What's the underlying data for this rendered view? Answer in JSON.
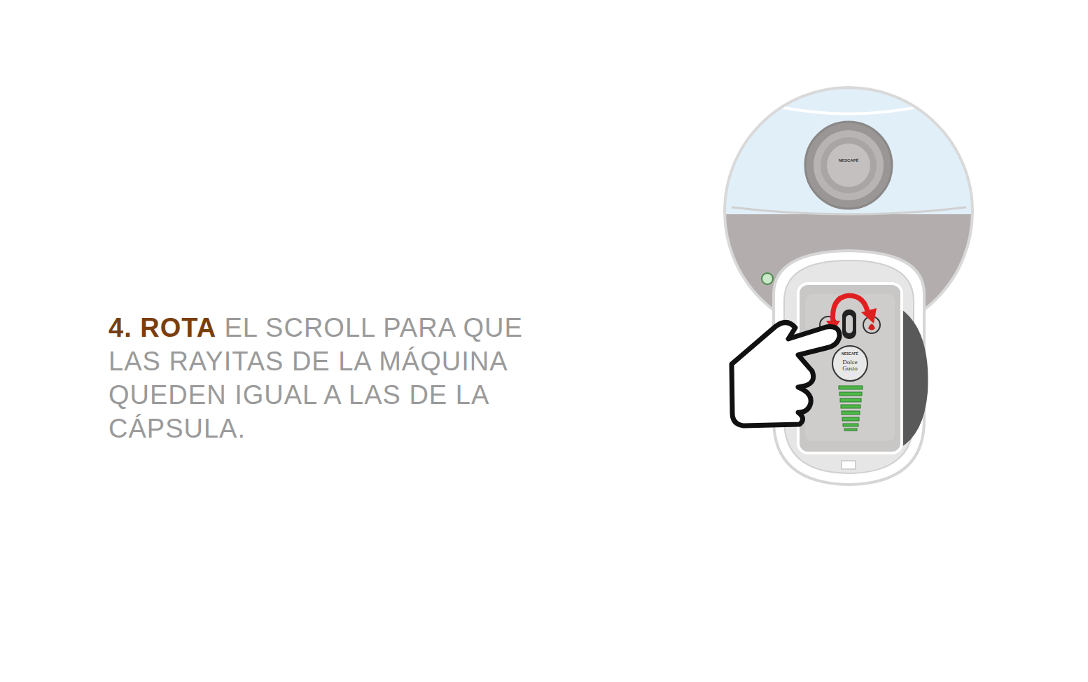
{
  "diagram": {
    "labels": [
      "4. ROTA",
      "EL SCROLL PARA QUE LAS RAYITAS DE LA MÁQUINA QUEDEN IGUAL A LAS DE LA CÁPSULA.",
      "NESCAFÉ",
      "NESCAFÉ",
      "Dolce Gusto"
    ]
  }
}
